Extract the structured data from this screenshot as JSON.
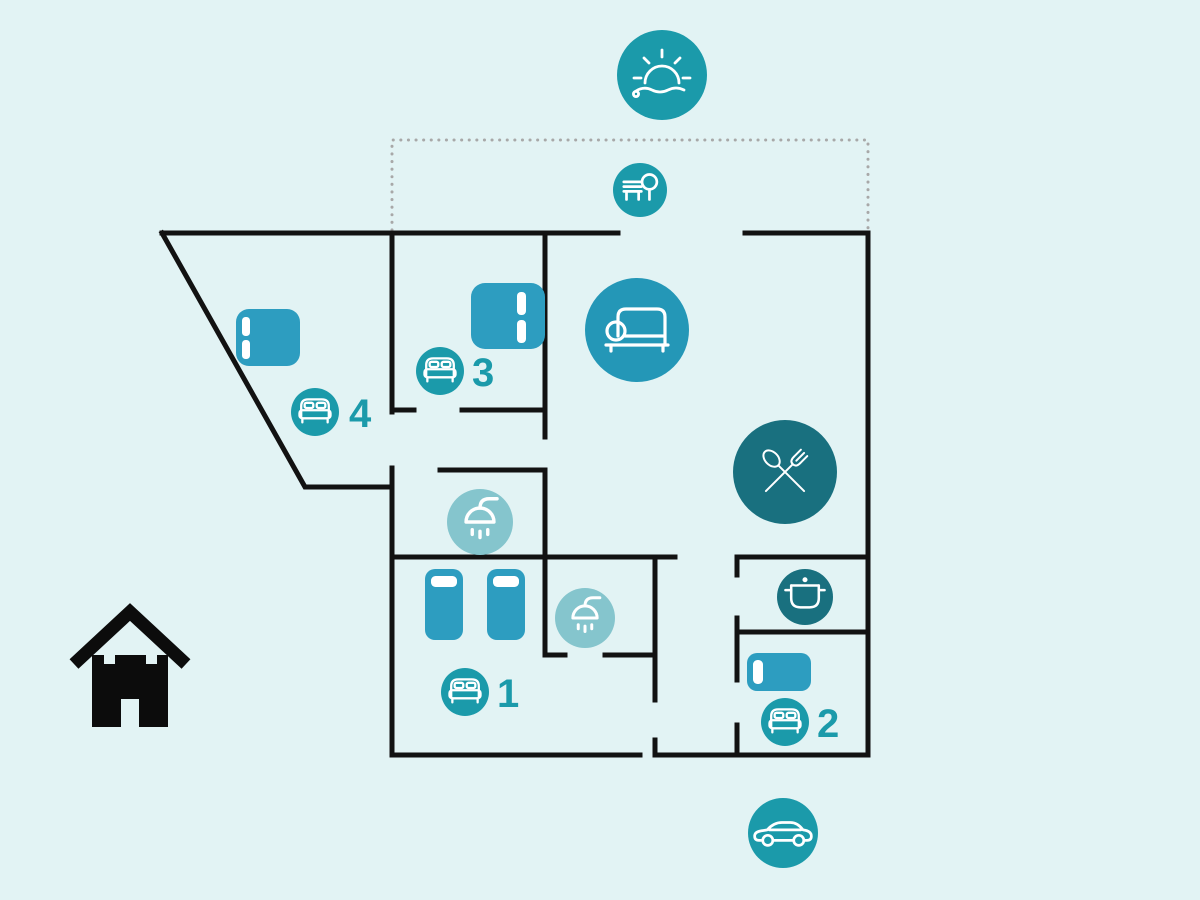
{
  "colors": {
    "background": "#e2f3f4",
    "wall": "#121212",
    "accent_teal": "#1b9aaa",
    "bed_teal": "#2d9dc0",
    "sofa_teal": "#2497b7",
    "dark_teal": "#19707f",
    "light_teal": "#85c5cd",
    "dotted_gray": "#a8a8a8",
    "house_black": "#0c0c0c",
    "glyph_white": "#ffffff"
  },
  "rooms": {
    "bedroom1": {
      "number": "1",
      "beds": "two single beds"
    },
    "bedroom2": {
      "number": "2",
      "beds": "single bed"
    },
    "bedroom3": {
      "number": "3",
      "beds": "double bed"
    },
    "bedroom4": {
      "number": "4",
      "beds": "double bed"
    }
  },
  "areas": {
    "outdoor": "sunrise-icon",
    "terrace": "park-bench-tree-icon",
    "living_room": "sofa-icon",
    "dining": "cutlery-icon",
    "bathroom_main": "shower-icon",
    "bathroom_ensuite": "shower-icon",
    "kitchen": "cooking-pot-icon",
    "parking": "car-icon",
    "legend": "house-icon"
  }
}
